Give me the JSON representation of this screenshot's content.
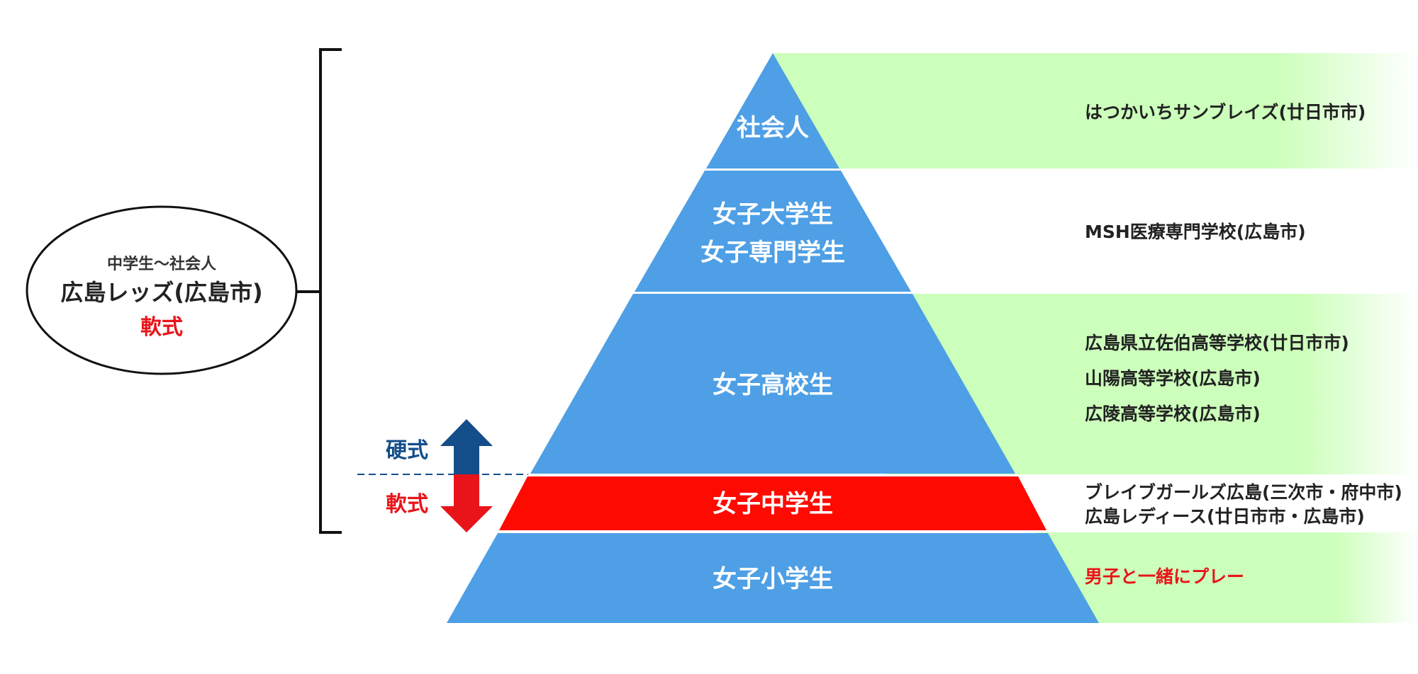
{
  "colors": {
    "pyramid_blue": "#4e9fe5",
    "middle_school_red": "#ff0a00",
    "band_green": "#ccffbb",
    "hard_arrow_blue": "#134e8a",
    "soft_arrow_red": "#e8141a"
  },
  "oval": {
    "small_text": "中学生〜社会人",
    "main_text": "広島レッズ(広島市)",
    "type_text": "軟式"
  },
  "divider": {
    "hard_label": "硬式",
    "soft_label": "軟式"
  },
  "tiers": [
    {
      "label_lines": [
        "社会人"
      ],
      "teams": [
        "はつかいちサンブレイズ(廿日市市)"
      ]
    },
    {
      "label_lines": [
        "女子大学生",
        "女子専門学生"
      ],
      "teams": [
        "MSH医療専門学校(広島市)"
      ]
    },
    {
      "label_lines": [
        "女子高校生"
      ],
      "teams": [
        "広島県立佐伯高等学校(廿日市市)",
        "山陽高等学校(広島市)",
        "広陵高等学校(広島市)"
      ]
    },
    {
      "label_lines": [
        "女子中学生"
      ],
      "teams": [
        "ブレイブガールズ広島(三次市・府中市)",
        "広島レディース(廿日市市・広島市)"
      ]
    },
    {
      "label_lines": [
        "女子小学生"
      ],
      "teams": [
        "男子と一緒にプレー"
      ]
    }
  ]
}
